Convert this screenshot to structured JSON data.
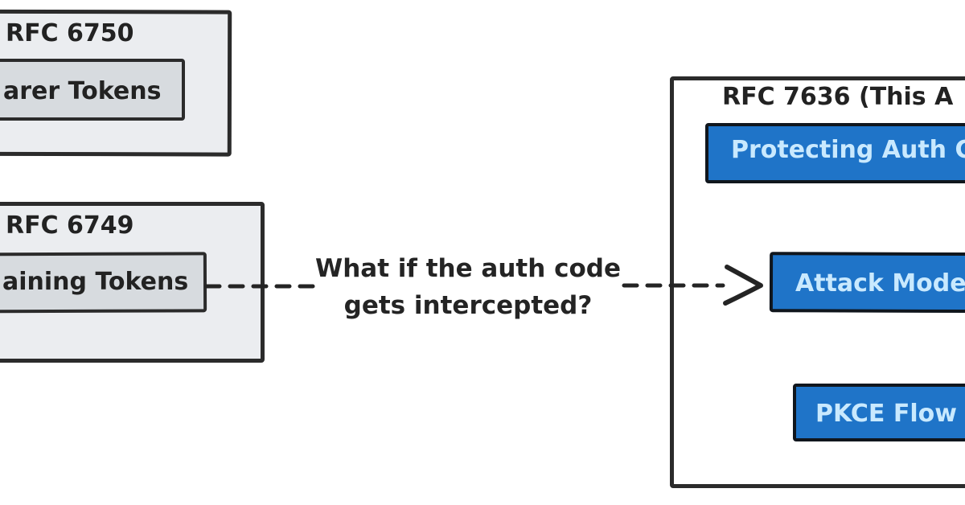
{
  "diagram": {
    "left_column": {
      "rfc6750": {
        "title": "RFC 6750",
        "item": "arer Tokens"
      },
      "rfc6749": {
        "title": "RFC 6749",
        "item": "aining Tokens"
      }
    },
    "question": {
      "line1": "What if the auth code",
      "line2": "gets intercepted?"
    },
    "right_panel": {
      "title": "RFC 7636 (This A",
      "items": [
        "Protecting Auth C",
        "Attack Mode",
        "PKCE Flow"
      ]
    },
    "connector": {
      "type": "dashed-arrow",
      "direction": "left-to-right"
    },
    "colors": {
      "ink": "#242424",
      "outer_box_fill": "#ebedf0",
      "inner_box_fill": "#d7dbdf",
      "highlight_fill": "#1f74c8",
      "highlight_border": "#10161d",
      "highlight_text": "#c9e9fe",
      "canvas": "#ffffff"
    }
  }
}
